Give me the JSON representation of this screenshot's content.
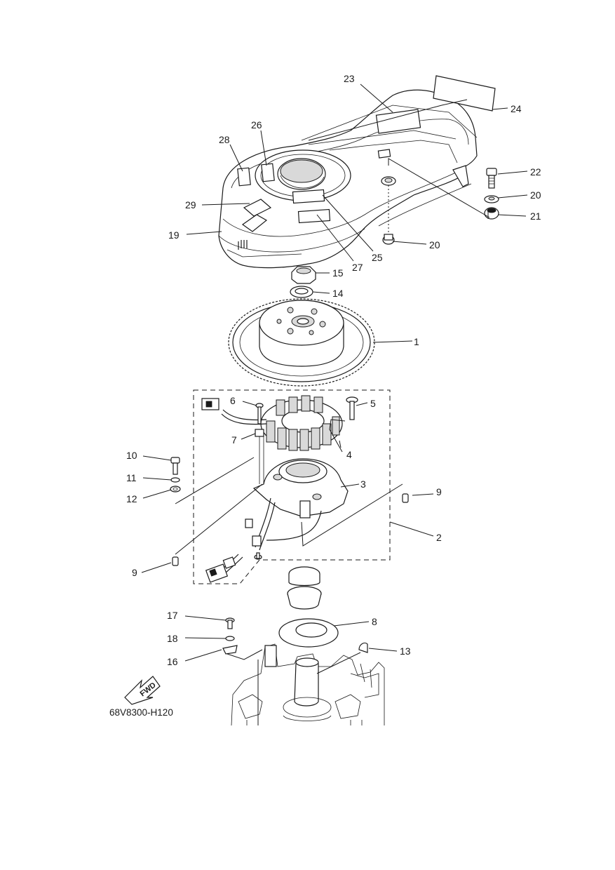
{
  "diagram": {
    "code": "68V8300-H120",
    "fwd_label": "FWD",
    "callouts": [
      {
        "id": "c1",
        "number": "1"
      },
      {
        "id": "c2",
        "number": "2"
      },
      {
        "id": "c3",
        "number": "3"
      },
      {
        "id": "c4",
        "number": "4"
      },
      {
        "id": "c5",
        "number": "5"
      },
      {
        "id": "c6",
        "number": "6"
      },
      {
        "id": "c7",
        "number": "7"
      },
      {
        "id": "c8",
        "number": "8"
      },
      {
        "id": "c9a",
        "number": "9"
      },
      {
        "id": "c9b",
        "number": "9"
      },
      {
        "id": "c10",
        "number": "10"
      },
      {
        "id": "c11",
        "number": "11"
      },
      {
        "id": "c12",
        "number": "12"
      },
      {
        "id": "c13",
        "number": "13"
      },
      {
        "id": "c14",
        "number": "14"
      },
      {
        "id": "c15",
        "number": "15"
      },
      {
        "id": "c16",
        "number": "16"
      },
      {
        "id": "c17",
        "number": "17"
      },
      {
        "id": "c18",
        "number": "18"
      },
      {
        "id": "c19",
        "number": "19"
      },
      {
        "id": "c20a",
        "number": "20"
      },
      {
        "id": "c20b",
        "number": "20"
      },
      {
        "id": "c21",
        "number": "21"
      },
      {
        "id": "c22",
        "number": "22"
      },
      {
        "id": "c23",
        "number": "23"
      },
      {
        "id": "c24",
        "number": "24"
      },
      {
        "id": "c25",
        "number": "25"
      },
      {
        "id": "c26",
        "number": "26"
      },
      {
        "id": "c27",
        "number": "27"
      },
      {
        "id": "c28",
        "number": "28"
      },
      {
        "id": "c29",
        "number": "29"
      }
    ]
  }
}
